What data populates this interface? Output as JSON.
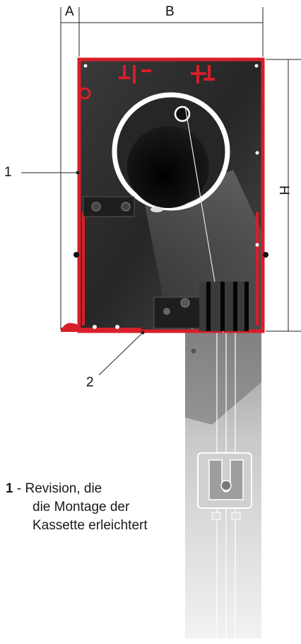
{
  "labels": {
    "dim_a": "A",
    "dim_b": "B",
    "dim_h": "H",
    "callout_1": "1",
    "callout_2": "2"
  },
  "caption": {
    "number": "1",
    "separator": "-",
    "line1": "Revision, die",
    "line2": "die Montage der",
    "line3": "Kassette erleichtert"
  },
  "colors": {
    "profile_red": "#d81e28",
    "housing_dark": "#2e2e2e",
    "tube_white": "#ffffff",
    "guide_gray": "#bdbdbd"
  }
}
